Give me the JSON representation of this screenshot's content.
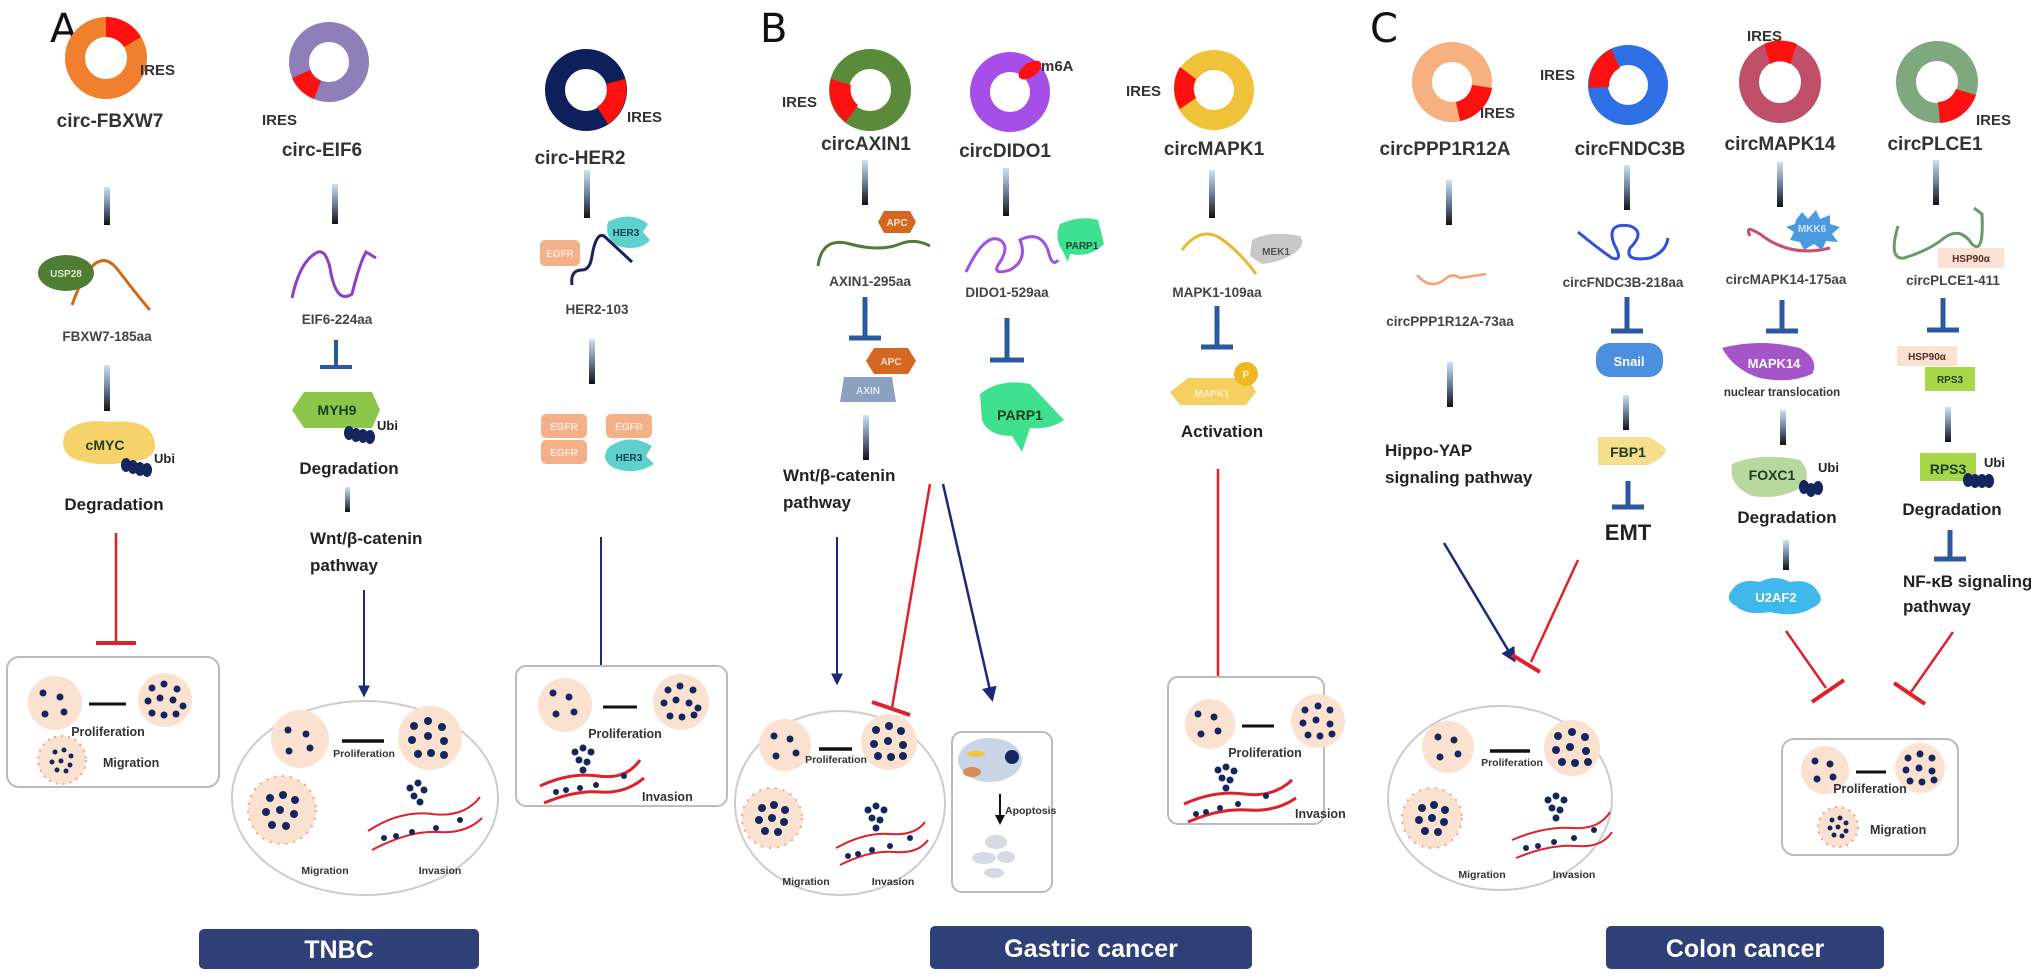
{
  "figure": {
    "panels": [
      {
        "letter": "A",
        "cancer_type": "TNBC",
        "pathways": [
          {
            "circ": "circ-FBXW7",
            "ring_color": "#f07f2e",
            "motif": "IRES",
            "binding_partner": "USP28",
            "peptide": "FBXW7-185aa",
            "target": "cMYC",
            "ubi": "Ubi",
            "outcome": "Degradation",
            "effect": "inhibits",
            "phenotypes": [
              "Proliferation",
              "Migration"
            ]
          },
          {
            "circ": "circ-EIF6",
            "ring_color": "#8f7fb8",
            "motif": "IRES",
            "peptide": "EIF6-224aa",
            "target": "MYH9",
            "ubi": "Ubi",
            "outcome": "Degradation",
            "downstream": [
              "Wnt/β-catenin",
              "pathway"
            ],
            "effect": "promotes",
            "phenotypes": [
              "Proliferation",
              "Migration",
              "Invasion"
            ]
          },
          {
            "circ": "circ-HER2",
            "ring_color": "#0f1f5c",
            "motif": "IRES",
            "binding_partners": [
              "EGFR",
              "HER3"
            ],
            "peptide": "HER2-103",
            "complex": [
              "EGFR",
              "EGFR",
              "EGFR",
              "HER3"
            ],
            "effect": "promotes",
            "phenotypes": [
              "Proliferation",
              "Invasion"
            ]
          }
        ]
      },
      {
        "letter": "B",
        "cancer_type": "Gastric cancer",
        "pathways": [
          {
            "circ": "circAXIN1",
            "ring_color": "#5b8a3a",
            "motif": "IRES",
            "binding_partner": "APC",
            "peptide": "AXIN1-295aa",
            "complex": [
              "APC",
              "AXIN"
            ],
            "downstream": [
              "Wnt/β-catenin",
              "pathway"
            ],
            "effect": "promotes",
            "phenotypes": [
              "Proliferation",
              "Migration",
              "Invasion"
            ]
          },
          {
            "circ": "circDIDO1",
            "ring_color": "#a54ee8",
            "motif": "m6A",
            "binding_partner": "PARP1",
            "peptide": "DIDO1-529aa",
            "target": "PARP1",
            "effect": "inhibits / promotes apoptosis",
            "phenotypes": [
              "Apoptosis"
            ]
          },
          {
            "circ": "circMAPK1",
            "ring_color": "#f0c23a",
            "motif": "IRES",
            "binding_partner": "MEK1",
            "peptide": "MAPK1-109aa",
            "target": "MAPK1",
            "phospho": "P",
            "outcome": "Activation",
            "effect": "inhibits",
            "phenotypes": [
              "Proliferation",
              "Invasion"
            ]
          }
        ]
      },
      {
        "letter": "C",
        "cancer_type": "Colon cancer",
        "pathways": [
          {
            "circ": "circPPP1R12A",
            "ring_color": "#f7b07f",
            "motif": "IRES",
            "peptide": "circPPP1R12A-73aa",
            "downstream": [
              "Hippo-YAP",
              "signaling pathway"
            ],
            "effect": "promotes"
          },
          {
            "circ": "circFNDC3B",
            "ring_color": "#2f6fe6",
            "motif": "IRES",
            "peptide": "circFNDC3B-218aa",
            "target": "Snail",
            "target2": "FBP1",
            "outcome": "EMT",
            "effect": "inhibits",
            "phenotypes": [
              "Proliferation",
              "Migration",
              "Invasion"
            ]
          },
          {
            "circ": "circMAPK14",
            "ring_color": "#c0506a",
            "motif": "IRES",
            "binding_partner": "MKK6",
            "peptide": "circMAPK14-175aa",
            "target": "MAPK14",
            "target_note": "nuclear translocation",
            "target2": "FOXC1",
            "ubi": "Ubi",
            "outcome": "Degradation",
            "downstream_target": "U2AF2",
            "effect": "inhibits"
          },
          {
            "circ": "circPLCE1",
            "ring_color": "#7fa87f",
            "motif": "IRES",
            "binding_partner": "HSP90α",
            "peptide": "circPLCE1-411",
            "complex": [
              "HSP90α",
              "RPS3"
            ],
            "target": "RPS3",
            "ubi": "Ubi",
            "outcome": "Degradation",
            "downstream": [
              "NF-κB signaling",
              "pathway"
            ],
            "effect": "inhibits",
            "phenotypes": [
              "Proliferation",
              "Migration"
            ]
          }
        ]
      }
    ]
  },
  "labels": {
    "proliferation": "Proliferation",
    "migration": "Migration",
    "invasion": "Invasion",
    "apoptosis": "Apoptosis",
    "ires": "IRES",
    "ubi": "Ubi"
  },
  "colors": {
    "banner": "#2f3f78",
    "activate_arrow": "#1a2a78",
    "inhibit_red": "#e0202a",
    "inhibit_blue": "#2c58a0",
    "ires_red": "#ff1010",
    "cell_fill": "#fbe1d0",
    "nucleus": "#14265e"
  }
}
